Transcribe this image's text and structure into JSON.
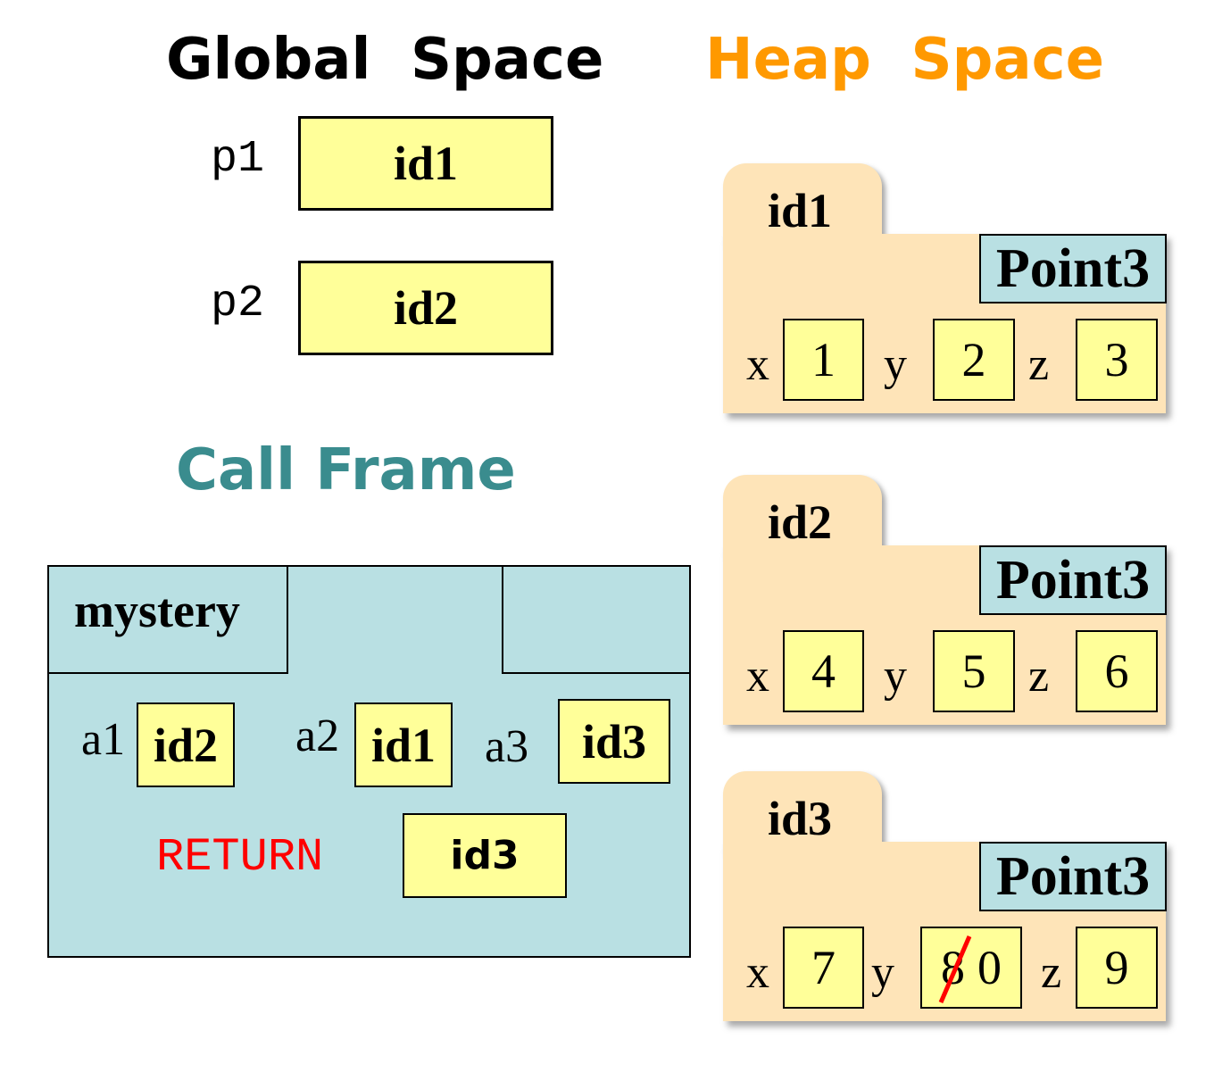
{
  "titles": {
    "global": "Global  Space",
    "heap": "Heap  Space",
    "call_frame": "Call Frame"
  },
  "colors": {
    "heap_title": "#ff9900",
    "call_frame_title": "#3a8c8e",
    "return": "#ff0000",
    "value_box": "#ffff99",
    "folder": "#fee4b8",
    "frame": "#b9e0e3"
  },
  "globals": [
    {
      "name": "p1",
      "value": "id1"
    },
    {
      "name": "p2",
      "value": "id2"
    }
  ],
  "heap": [
    {
      "id": "id1",
      "class": "Point3",
      "fields": [
        {
          "name": "x",
          "value": "1"
        },
        {
          "name": "y",
          "value": "2"
        },
        {
          "name": "z",
          "value": "3"
        }
      ]
    },
    {
      "id": "id2",
      "class": "Point3",
      "fields": [
        {
          "name": "x",
          "value": "4"
        },
        {
          "name": "y",
          "value": "5"
        },
        {
          "name": "z",
          "value": "6"
        }
      ]
    },
    {
      "id": "id3",
      "class": "Point3",
      "fields": [
        {
          "name": "x",
          "value": "7"
        },
        {
          "name": "y",
          "value": "0",
          "old_value": "8"
        },
        {
          "name": "z",
          "value": "9"
        }
      ]
    }
  ],
  "frame": {
    "function": "mystery",
    "params": [
      {
        "name": "a1",
        "value": "id2"
      },
      {
        "name": "a2",
        "value": "id1"
      },
      {
        "name": "a3",
        "value": "id3"
      }
    ],
    "return_label": "RETURN",
    "return_value": "id3"
  }
}
